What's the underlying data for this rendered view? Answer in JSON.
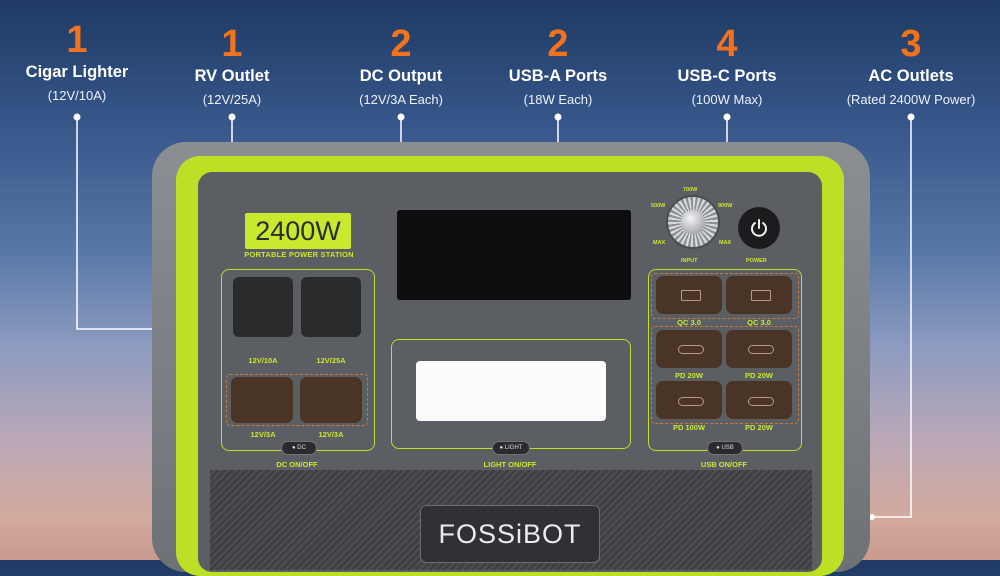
{
  "callouts": [
    {
      "count": "1",
      "title": "Cigar Lighter",
      "detail": "(12V/10A)"
    },
    {
      "count": "1",
      "title": "RV Outlet",
      "detail": "(12V/25A)"
    },
    {
      "count": "2",
      "title": "DC Output",
      "detail": "(12V/3A Each)"
    },
    {
      "count": "2",
      "title": "USB-A Ports",
      "detail": "(18W Each)"
    },
    {
      "count": "4",
      "title": "USB-C Ports",
      "detail": "(100W Max)"
    },
    {
      "count": "3",
      "title": "AC Outlets",
      "detail": "(Rated 2400W Power)"
    }
  ],
  "device": {
    "wattage_badge": "2400W",
    "badge_subtitle": "PORTABLE POWER STATION",
    "port_labels": {
      "cigar": "12V/10A",
      "rv": "12V/25A",
      "dc1": "12V/3A",
      "dc2": "12V/3A",
      "usba1": "QC 3.0",
      "usba2": "QC 3.0",
      "usbc1": "PD 20W",
      "usbc2": "PD 20W",
      "usbc3": "PD 100W",
      "usbc4": "PD 20W"
    },
    "dc_button": "● DC",
    "dc_caption": "DC ON/OFF",
    "light_button": "● LIGHT",
    "light_caption": "LIGHT ON/OFF",
    "usb_button": "● USB",
    "usb_caption": "USB ON/OFF",
    "knob_marks": {
      "top": "700W",
      "left": "500W",
      "right": "900W",
      "lower_left": "MAX",
      "lower_right": "MAX"
    },
    "input_label": "INPUT",
    "power_label": "POWER",
    "brand": "FOSSiBOT"
  },
  "colors": {
    "accent_orange": "#f2731c",
    "lime": "#bbe026"
  }
}
